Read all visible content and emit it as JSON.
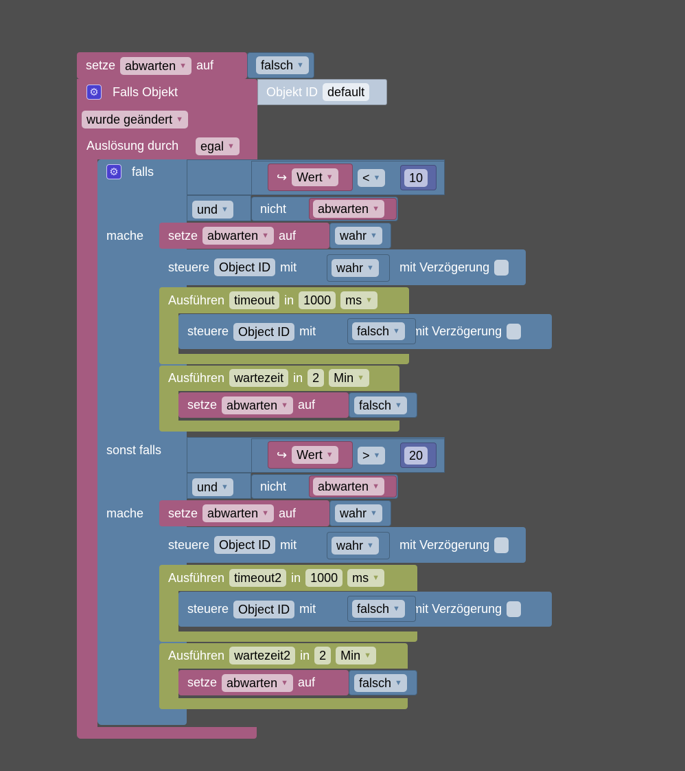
{
  "top_set": {
    "keyword": "setze",
    "variable": "abwarten",
    "to": "auf",
    "value": "falsch"
  },
  "trigger": {
    "title": "Falls Objekt",
    "object_id_label": "Objekt ID",
    "object_id_value": "default",
    "event": "wurde geändert",
    "trigger_by_label": "Auslösung durch",
    "trigger_by_value": "egal"
  },
  "labels": {
    "if": "falls",
    "else_if": "sonst falls",
    "do": "mache",
    "and": "und",
    "not": "nicht",
    "set": "setze",
    "to": "auf",
    "control": "steuere",
    "with": "mit",
    "delay": "mit Verzögerung",
    "run": "Ausführen",
    "in": "in",
    "value_icon": "↪",
    "value_label": "Wert"
  },
  "branches": [
    {
      "op": "<",
      "number": "10",
      "not_var": "abwarten",
      "set": {
        "variable": "abwarten",
        "value": "wahr"
      },
      "control": {
        "object": "Object ID",
        "value": "wahr"
      },
      "timeout": {
        "name": "timeout",
        "amount": "1000",
        "unit": "ms",
        "control": {
          "object": "Object ID",
          "value": "falsch"
        }
      },
      "wait": {
        "name": "wartezeit",
        "amount": "2",
        "unit": "Min",
        "set": {
          "variable": "abwarten",
          "value": "falsch"
        }
      }
    },
    {
      "op": ">",
      "number": "20",
      "not_var": "abwarten",
      "set": {
        "variable": "abwarten",
        "value": "wahr"
      },
      "control": {
        "object": "Object ID",
        "value": "wahr"
      },
      "timeout": {
        "name": "timeout2",
        "amount": "1000",
        "unit": "ms",
        "control": {
          "object": "Object ID",
          "value": "falsch"
        }
      },
      "wait": {
        "name": "wartezeit2",
        "amount": "2",
        "unit": "Min",
        "set": {
          "variable": "abwarten",
          "value": "falsch"
        }
      }
    }
  ]
}
